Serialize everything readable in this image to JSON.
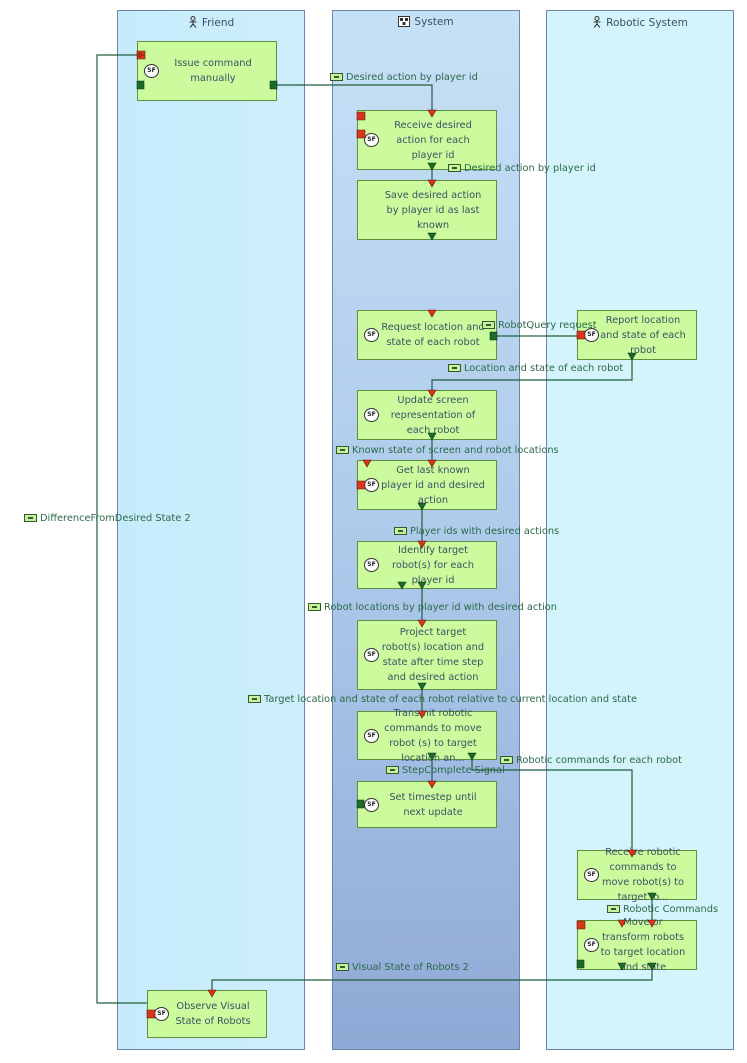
{
  "colors": {
    "node_fill": "#ccfb9d",
    "wire": "#1f5e3a",
    "pin_in": "#d9361c",
    "pin_out": "#1d6b2a"
  },
  "lanes": {
    "friend": "Friend",
    "system": "System",
    "robot": "Robotic System"
  },
  "nodes": {
    "issue": "Issue command manually",
    "receive_desired": "Receive desired action for each player id",
    "save_desired": "Save desired action by player id as last known",
    "request_location": "Request location and state of each robot",
    "report_location": "Report location and state of each robot",
    "update_screen": "Update screen representation of each robot",
    "get_last_known": "Get last known player id and desired action",
    "identify_target": "Identify target robot(s) for each player id",
    "project_target": "Project target robot(s) location and state after time step and desired action",
    "transmit": "Transmit robotic commands to move robot (s) to target location an...",
    "set_timestep": "Set timestep until next update",
    "receive_robotic": "Receive robotic commands to move robot(s) to target lo...",
    "move_transform": "Move or transform robots to target location and state",
    "observe": "Observe Visual State of Robots"
  },
  "flows": {
    "f1": "Desired action by player id",
    "f2": "Desired action by player id",
    "f3": "RobotQuery request",
    "f4": "Location and state of each robot",
    "f5": "Known state of screen and robot locations",
    "f6": "Player ids with desired actions",
    "f7": "Robot locations by player id with desired action",
    "f8": "Target location and state of each robot relative to current location and state",
    "f9": "Robotic commands for each robot",
    "f10": "StepComplete Signal",
    "f11": "Robotic Commands",
    "f12": "Visual State of Robots 2",
    "f13": "DifferenceFromDesired State 2"
  },
  "icons": {
    "actor": "actor-icon",
    "system": "system-icon",
    "sf": "sf-badge-icon",
    "flow": "flow-item-icon"
  }
}
